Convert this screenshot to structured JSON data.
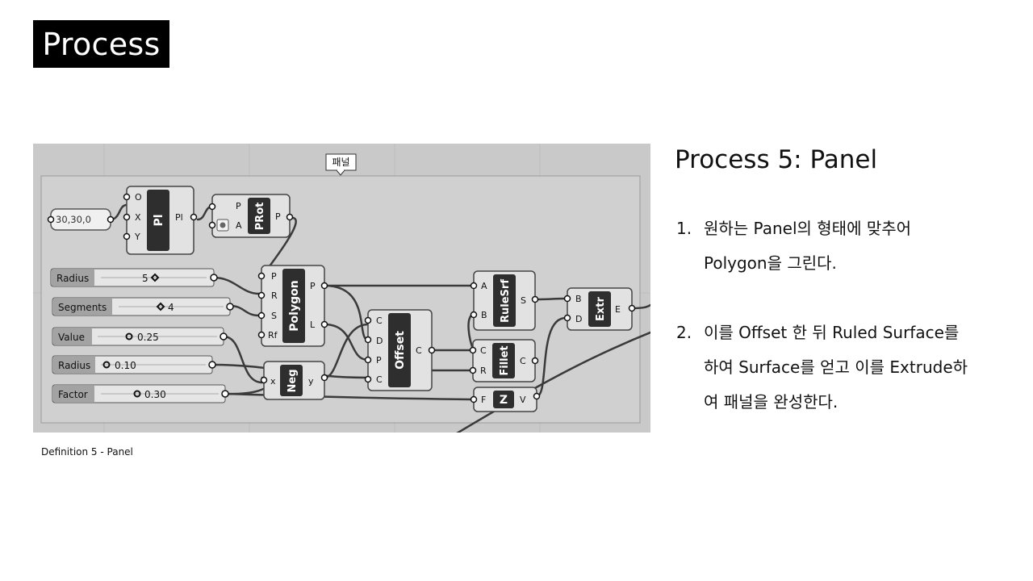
{
  "slide_title": "Process",
  "canvas": {
    "group_label": "패널",
    "components": [
      {
        "id": "pt",
        "kind": "panel",
        "value": "30,30,0"
      },
      {
        "id": "pl",
        "kind": "component",
        "name": "Pl",
        "inputs": [
          "O",
          "X",
          "Y"
        ],
        "outputs": [
          "Pl"
        ]
      },
      {
        "id": "prot",
        "kind": "component",
        "name": "PRot",
        "inputs": [
          "P",
          "A"
        ],
        "outputs": [
          "P"
        ]
      },
      {
        "id": "polygon",
        "kind": "component",
        "name": "Polygon",
        "inputs": [
          "P",
          "R",
          "S",
          "Rf"
        ],
        "outputs": [
          "P",
          "L"
        ]
      },
      {
        "id": "offset",
        "kind": "component",
        "name": "Offset",
        "inputs": [
          "C",
          "D",
          "P",
          "C"
        ],
        "outputs": [
          "C"
        ]
      },
      {
        "id": "neg",
        "kind": "component",
        "name": "Neg",
        "inputs": [
          "x"
        ],
        "outputs": [
          "y"
        ]
      },
      {
        "id": "rulesrf",
        "kind": "component",
        "name": "RuleSrf",
        "inputs": [
          "A",
          "B"
        ],
        "outputs": [
          "S"
        ]
      },
      {
        "id": "fillet",
        "kind": "component",
        "name": "Fillet",
        "inputs": [
          "C",
          "R"
        ],
        "outputs": [
          "C"
        ]
      },
      {
        "id": "z",
        "kind": "component",
        "name": "Z",
        "inputs": [
          "F"
        ],
        "outputs": [
          "V"
        ]
      },
      {
        "id": "extr",
        "kind": "component",
        "name": "Extr",
        "inputs": [
          "B",
          "D"
        ],
        "outputs": [
          "E"
        ]
      }
    ],
    "sliders": [
      {
        "id": "s1",
        "label": "Radius",
        "value": "5",
        "marker": "diamond",
        "fraction": 0.48
      },
      {
        "id": "s2",
        "label": "Segments",
        "value": "4",
        "marker": "diamond",
        "fraction": 0.42
      },
      {
        "id": "s3",
        "label": "Value",
        "value": "0.25",
        "marker": "circle",
        "fraction": 0.27
      },
      {
        "id": "s4",
        "label": "Radius",
        "value": "0.10",
        "marker": "circle",
        "fraction": 0.07
      },
      {
        "id": "s5",
        "label": "Factor",
        "value": "0.30",
        "marker": "circle",
        "fraction": 0.3
      }
    ]
  },
  "caption": "Definition 5 - Panel",
  "process": {
    "title": "Process 5: Panel",
    "steps": [
      {
        "num": "1.",
        "lines": [
          "원하는 Panel의 형태에 맞추어",
          "Polygon을 그린다."
        ]
      },
      {
        "num": "2.",
        "lines": [
          "이를 Offset 한 뒤 Ruled Surface를",
          "하여 Surface를 얻고 이를 Extrude하",
          "여 패널을 완성한다."
        ]
      }
    ]
  }
}
